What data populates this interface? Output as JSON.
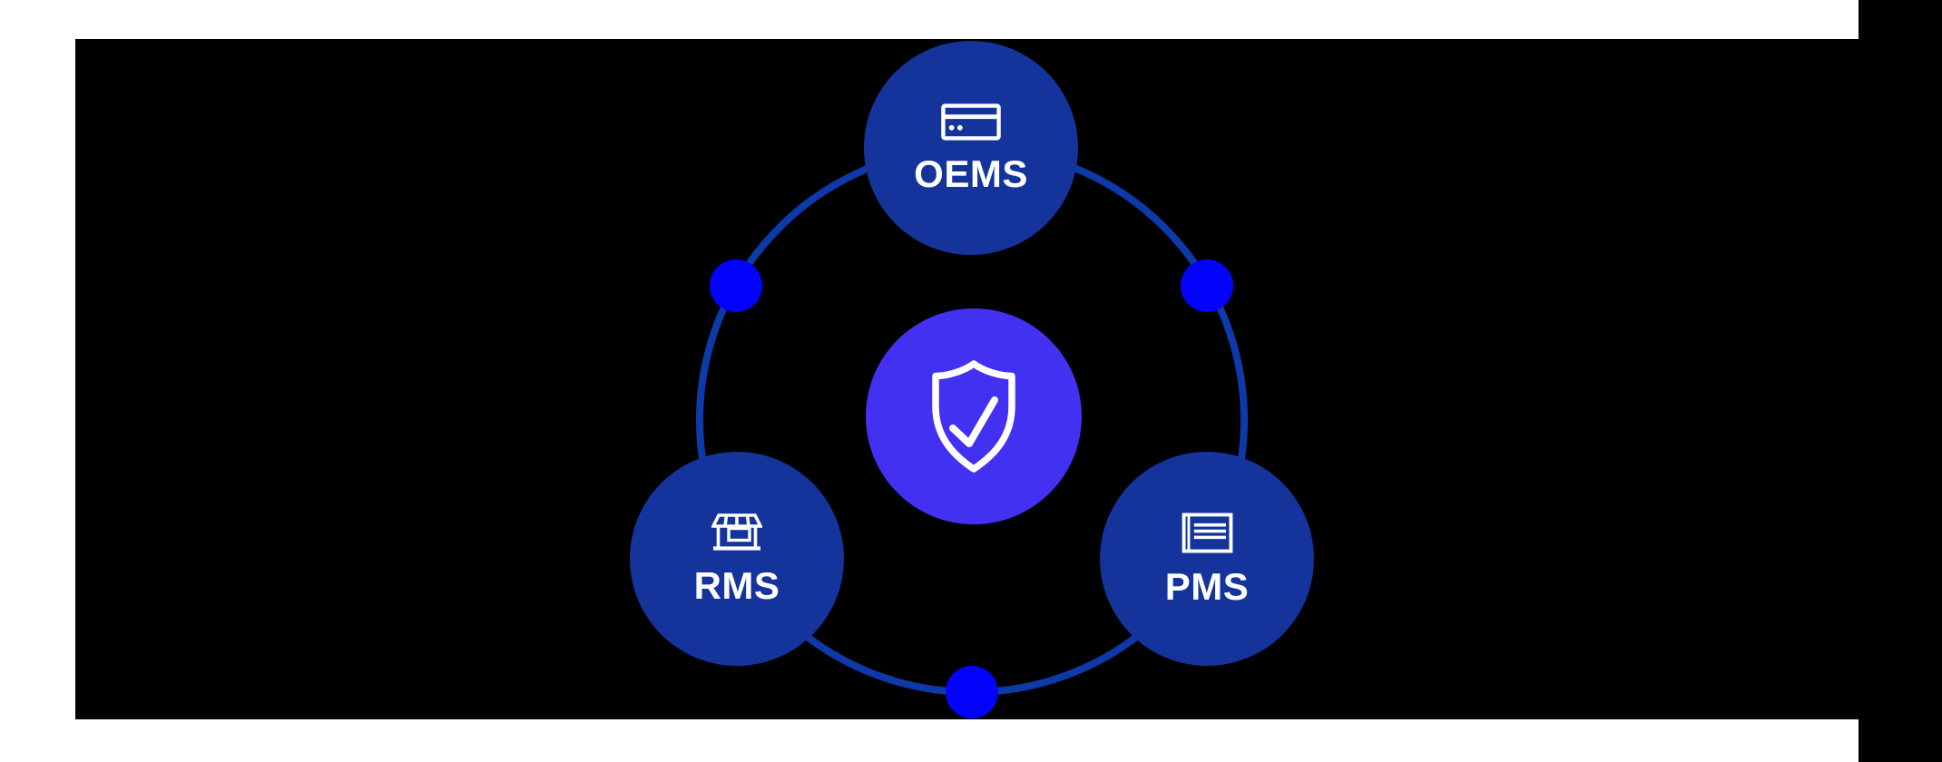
{
  "diagram": {
    "title": "integration-hub-diagram",
    "center": {
      "icon": "shield-check-icon"
    },
    "nodes": [
      {
        "id": "oems",
        "label": "OEMS",
        "icon": "credit-card-icon"
      },
      {
        "id": "rms",
        "label": "RMS",
        "icon": "storefront-icon"
      },
      {
        "id": "pms",
        "label": "PMS",
        "icon": "document-lines-icon"
      }
    ],
    "connectors": {
      "ring": "circle",
      "dot_count": 3
    },
    "colors": {
      "page": "#ffffff",
      "background": "#000000",
      "node_fill": "#14349B",
      "center_fill": "#4331F2",
      "ring_stroke": "#0D3AA8",
      "dot_fill": "#0303FC",
      "icon_stroke": "#ffffff",
      "label_color": "#ffffff"
    }
  }
}
